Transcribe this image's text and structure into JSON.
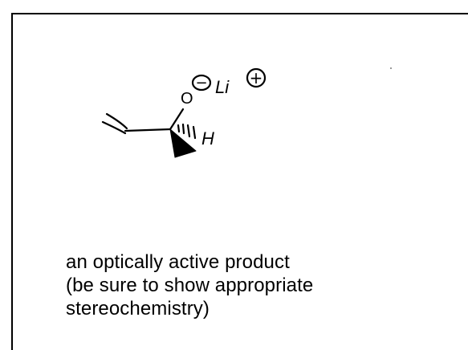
{
  "question_panel": {
    "caption_lines": [
      "an optically active product",
      "(be sure to show appropriate",
      "stereochemistry)"
    ]
  },
  "structure": {
    "oxygen_label": "O",
    "oxygen_charge": "−",
    "metal_label": "Li",
    "metal_charge": "+",
    "hydrogen_label": "H"
  }
}
